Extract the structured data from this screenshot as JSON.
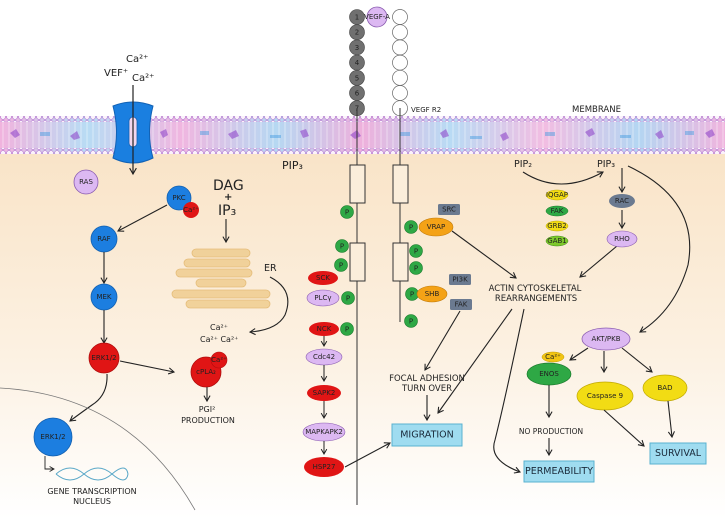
{
  "title": "VEGF / VEGFR2 signaling pathway",
  "colors": {
    "cytoplasm_top": "#fae8cf",
    "cytoplasm_bottom": "#ffffff",
    "membrane_pink": "#f4b8e0",
    "membrane_blue": "#a8d4f2",
    "membrane_purple": "#9a4fd0",
    "channel_blue": "#1a7fe0",
    "node_blue": "#1c7ee0",
    "node_red": "#e01515",
    "node_lilac": "#dcb8f2",
    "node_green": "#2ea845",
    "node_yellow": "#f2dc14",
    "node_orange": "#f4a216",
    "node_gray": "#6b7a90",
    "box_cyan": "#9fdcf0",
    "ig_domain_gray": "#707070"
  },
  "labels": {
    "ca_top": "Ca²⁺",
    "vef": "VEF⁺",
    "ca_mid": "Ca²⁺",
    "membrane": "MEMBRANE",
    "vegfr2": "VEGF R2",
    "pip3_left": "PIP₃",
    "pip2": "PIP₂",
    "pip3_right": "PIP₃",
    "dag": "DAG",
    "plus": "+",
    "ip3": "IP₃",
    "er": "ER",
    "ca_er_1": "Ca²⁺",
    "ca_er_2": "Ca²⁺ Ca²⁺",
    "pgi_production_1": "PGI²",
    "pgi_production_2": "PRODUCTION",
    "gene_transcription": "GENE TRANSCRIPTION",
    "nucleus": "NUCLEUS",
    "actin_1": "ACTIN CYTOSKELETAL",
    "actin_2": "REARRANGEMENTS",
    "focal_1": "FOCAL ADHESION",
    "focal_2": "TURN OVER",
    "no_production": "NO PRODUCTION"
  },
  "receptor": {
    "ig_domains": [
      "1",
      "2",
      "3",
      "4",
      "5",
      "6",
      "7"
    ],
    "ligand": "VEGF-A",
    "phospho": "P"
  },
  "nodes": {
    "ras": "RAS",
    "pkc": "PKC",
    "pkc_ca": "Ca²⁺",
    "raf": "RAF",
    "mek": "MEK",
    "erk_cyto": "ERK1/2",
    "erk_nuc": "ERK1/2",
    "cpla2": "cPLA₂",
    "cpla2_ca": "Ca²⁺",
    "sck": "SCK",
    "plcg": "PLCγ",
    "nck": "NCK",
    "cdc42": "Cdc42",
    "sapk2": "SAPK2",
    "mapkapk2": "MAPKAPK2",
    "hsp27": "HSP27",
    "src": "SRC",
    "vrap": "VRAP",
    "shb": "SHB",
    "pi3k": "PI3K",
    "fak": "FAK",
    "small_1": "IQGAP",
    "small_2": "FAK",
    "small_3": "GRB2",
    "small_4": "GAB1",
    "rac": "RAC",
    "rho": "RHO",
    "akt": "AKT/PKB",
    "enos_ca": "Ca²⁺",
    "enos": "ENOS",
    "caspase9": "Caspase 9",
    "bad": "BAD"
  },
  "outcomes": {
    "migration": "MIGRATION",
    "permeability": "PERMEABILITY",
    "survival": "SURVIVAL"
  }
}
